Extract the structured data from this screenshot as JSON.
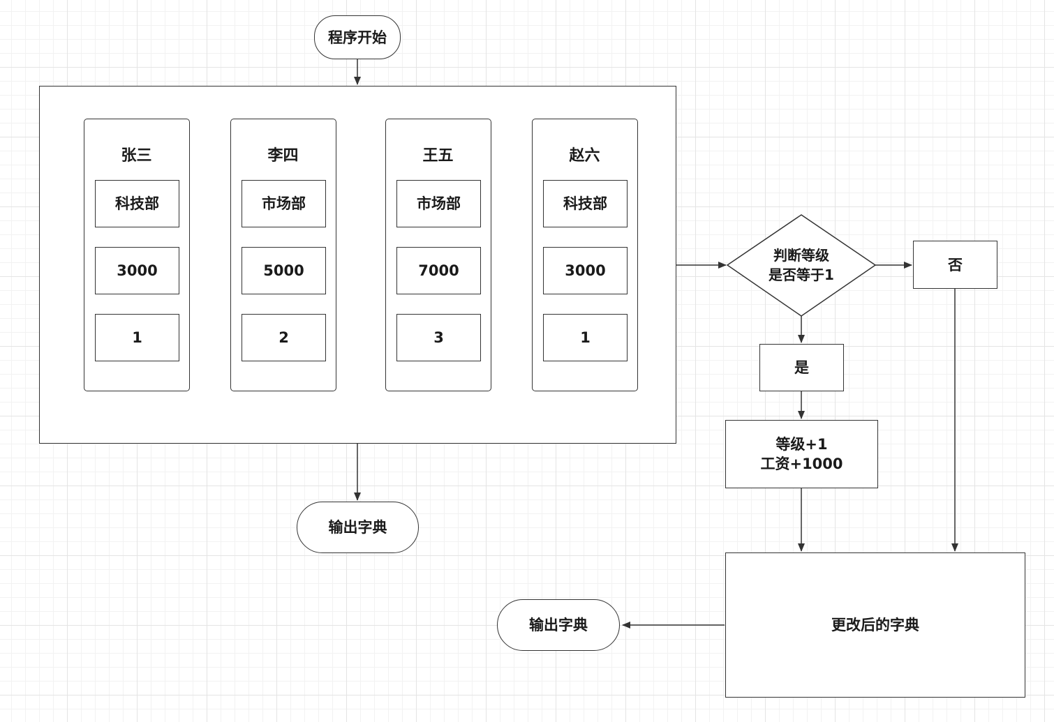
{
  "start": "程序开始",
  "employees": [
    {
      "name": "张三",
      "dept": "科技部",
      "salary": "3000",
      "level": "1"
    },
    {
      "name": "李四",
      "dept": "市场部",
      "salary": "5000",
      "level": "2"
    },
    {
      "name": "王五",
      "dept": "市场部",
      "salary": "7000",
      "level": "3"
    },
    {
      "name": "赵六",
      "dept": "科技部",
      "salary": "3000",
      "level": "1"
    }
  ],
  "decision": {
    "line1": "判断等级",
    "line2": "是否等于1"
  },
  "no_label": "否",
  "yes_label": "是",
  "action": {
    "line1": "等级+1",
    "line2": "工资+1000"
  },
  "output_1": "输出字典",
  "output_2": "输出字典",
  "modified_dict": "更改后的字典"
}
